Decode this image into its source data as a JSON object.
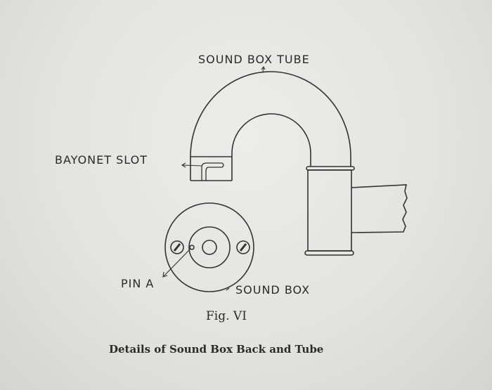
{
  "labels": {
    "sound_box_tube": "SOUND BOX TUBE",
    "bayonet_slot": "BAYONET SLOT",
    "pin_a": "PIN A",
    "sound_box": "SOUND BOX"
  },
  "figure_number": "Fig. VI",
  "caption": "Details of Sound Box Back and Tube"
}
